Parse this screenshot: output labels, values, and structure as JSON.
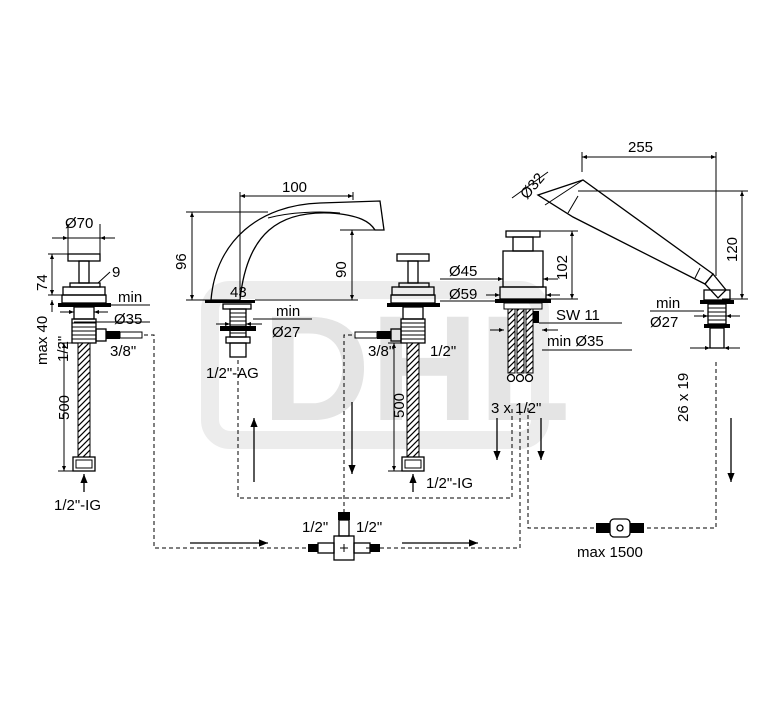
{
  "watermark": "DHL",
  "labels": {
    "d70": "Ø70",
    "v74": "74",
    "v9": "9",
    "max40": "max 40",
    "min_left": "min",
    "d35_left": "Ø35",
    "half_inch_left": "1/2\"",
    "three_eighths_left": "3/8\"",
    "v500_left": "500",
    "ig_left": "1/2\"-IG",
    "v100": "100",
    "v96": "96",
    "v90": "90",
    "v43": "43",
    "min_spout": "min",
    "d27_spout": "Ø27",
    "ag": "1/2\"-AG",
    "three_eighths_mid": "3/8\"",
    "half_inch_mid": "1/2\"",
    "v500_mid": "500",
    "ig_mid": "1/2\"-IG",
    "d45": "Ø45",
    "d59": "Ø59",
    "v102": "102",
    "sw11": "SW 11",
    "min_d35": "min Ø35",
    "three_x_half": "3 x 1/2\"",
    "d32": "Ø32",
    "v255": "255",
    "v120": "120",
    "min_right": "min",
    "d27_right": "Ø27",
    "v26x19": "26 x 19",
    "half_a": "1/2\"",
    "half_b": "1/2\"",
    "max1500": "max 1500"
  }
}
